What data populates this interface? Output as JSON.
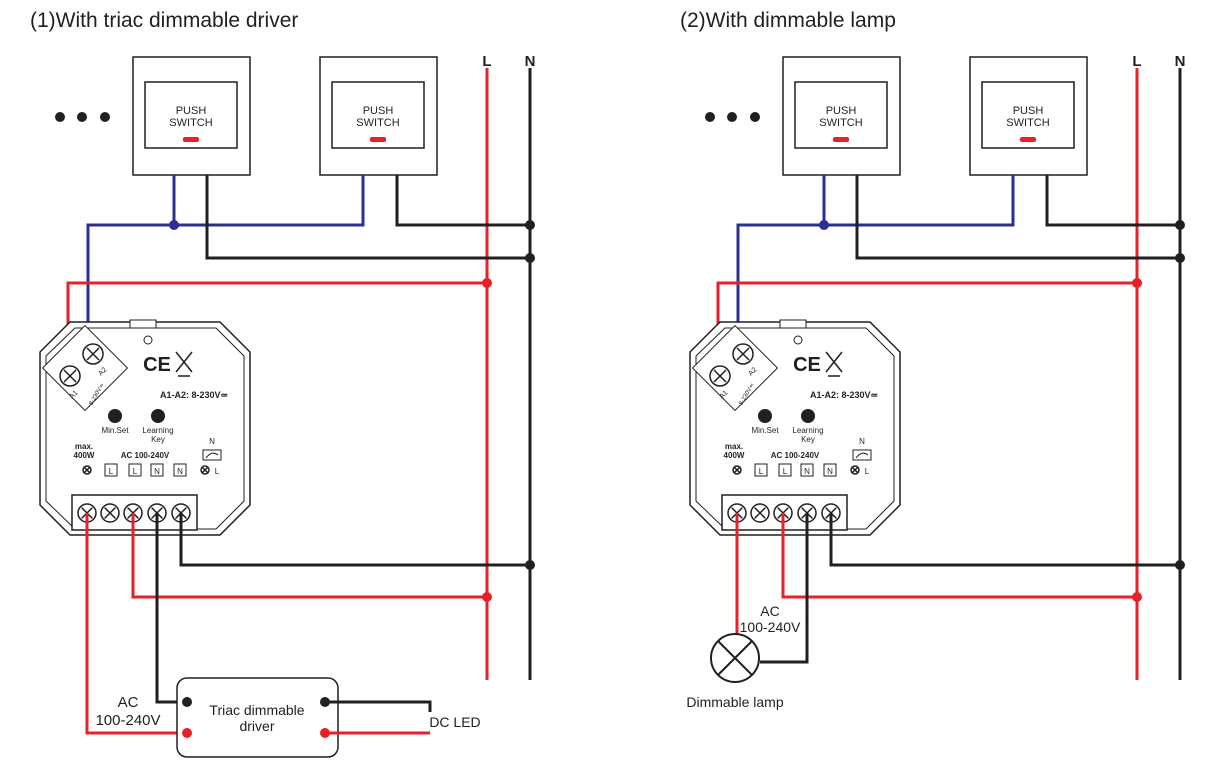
{
  "colors": {
    "live": "#e8202a",
    "switch_wire": "#2b2f8f",
    "neutral": "#231f20"
  },
  "panels": [
    {
      "title": "(1)With triac dimmable driver",
      "line_labels": {
        "live": "L",
        "neutral": "N"
      },
      "switch_label": [
        "PUSH",
        "SWITCH"
      ],
      "device": {
        "ce": "CE",
        "rating": "A1-A2: 8-230V≃",
        "min_set": "Min.Set",
        "learning_key": [
          "Learning",
          "Key"
        ],
        "max": [
          "max.",
          "400W"
        ],
        "ac": "AC 100-240V",
        "terminals": [
          "L",
          "L",
          "N",
          "N"
        ],
        "input_label": "8-230V≃",
        "a1": "A1",
        "a2": "A2",
        "n": "N",
        "l": "L"
      },
      "load": {
        "ac": [
          "AC",
          "100-240V"
        ],
        "name": [
          "Triac dimmable",
          "driver"
        ],
        "output": "DC LED"
      }
    },
    {
      "title": "(2)With dimmable lamp",
      "line_labels": {
        "live": "L",
        "neutral": "N"
      },
      "switch_label": [
        "PUSH",
        "SWITCH"
      ],
      "device": {
        "ce": "CE",
        "rating": "A1-A2: 8-230V≃",
        "min_set": "Min.Set",
        "learning_key": [
          "Learning",
          "Key"
        ],
        "max": [
          "max.",
          "400W"
        ],
        "ac": "AC 100-240V",
        "terminals": [
          "L",
          "L",
          "N",
          "N"
        ],
        "input_label": "8-230V≃",
        "a1": "A1",
        "a2": "A2",
        "n": "N",
        "l": "L"
      },
      "load": {
        "ac": [
          "AC",
          "100-240V"
        ],
        "name": [
          "Dimmable lamp"
        ]
      }
    }
  ]
}
